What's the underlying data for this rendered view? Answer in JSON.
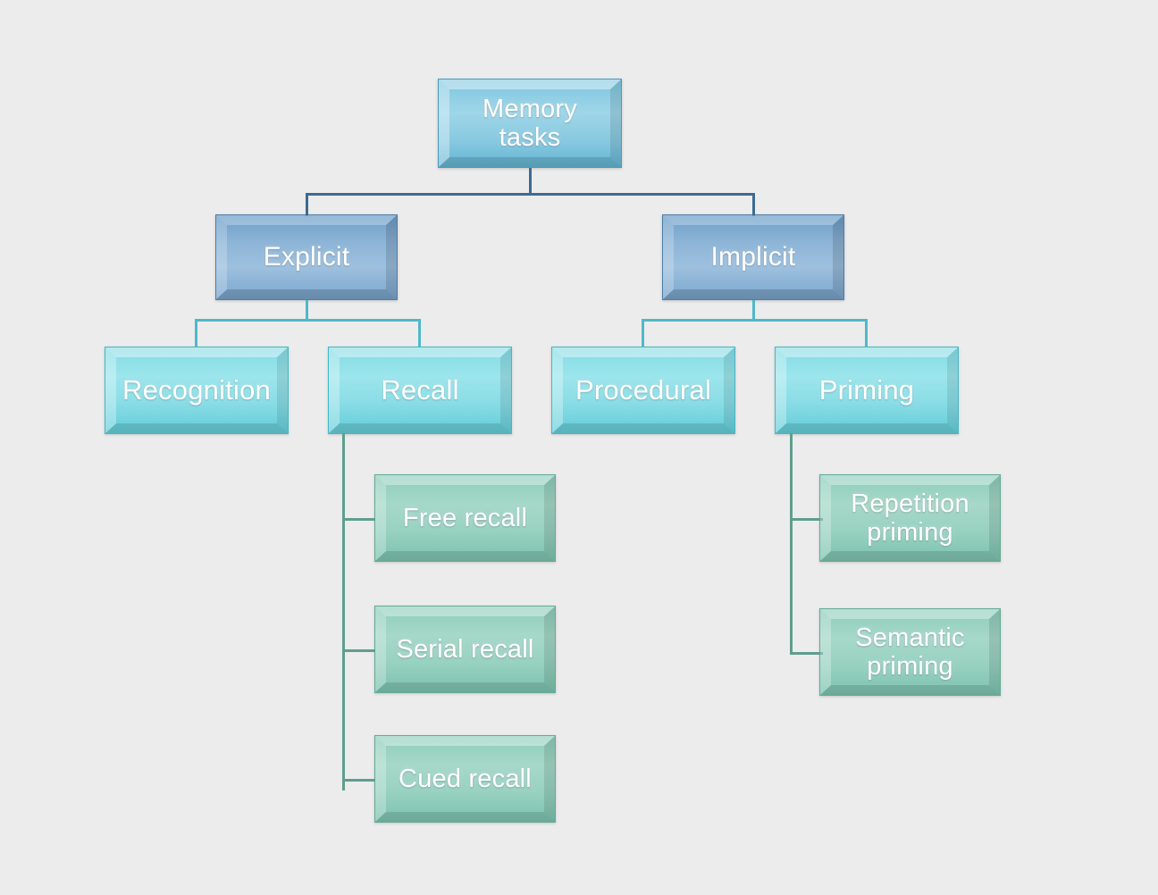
{
  "diagram": {
    "title": "Memory tasks",
    "background_color": "#ececec",
    "type": "hierarchy-tree",
    "levels": 4,
    "palette": {
      "level1_fill": "#8ecbe2",
      "level2_fill": "#8fb6d8",
      "level3_fill": "#91e0e8",
      "level4_fill": "#9bd3c3",
      "level1_connector": "#3d6a94",
      "level2_connector": "#4fb9c9",
      "level3_connector": "#5f9e8e",
      "text_color": "#ffffff"
    }
  },
  "nodes": {
    "root": {
      "label": "Memory tasks",
      "line1": "Memory",
      "line2": "tasks"
    },
    "explicit": {
      "label": "Explicit"
    },
    "implicit": {
      "label": "Implicit"
    },
    "recognition": {
      "label": "Recognition"
    },
    "recall": {
      "label": "Recall"
    },
    "procedural": {
      "label": "Procedural"
    },
    "priming": {
      "label": "Priming"
    },
    "free_recall": {
      "label": "Free recall"
    },
    "serial_recall": {
      "label": "Serial recall"
    },
    "cued_recall": {
      "label": "Cued recall"
    },
    "repetition_priming": {
      "label": "Repetition priming",
      "line1": "Repetition",
      "line2": "priming"
    },
    "semantic_priming": {
      "label": "Semantic priming",
      "line1": "Semantic",
      "line2": "priming"
    }
  },
  "tree": {
    "root": "Memory tasks",
    "children": [
      {
        "label": "Explicit",
        "children": [
          {
            "label": "Recognition",
            "children": []
          },
          {
            "label": "Recall",
            "children": [
              {
                "label": "Free recall"
              },
              {
                "label": "Serial recall"
              },
              {
                "label": "Cued recall"
              }
            ]
          }
        ]
      },
      {
        "label": "Implicit",
        "children": [
          {
            "label": "Procedural",
            "children": []
          },
          {
            "label": "Priming",
            "children": [
              {
                "label": "Repetition priming"
              },
              {
                "label": "Semantic priming"
              }
            ]
          }
        ]
      }
    ]
  }
}
